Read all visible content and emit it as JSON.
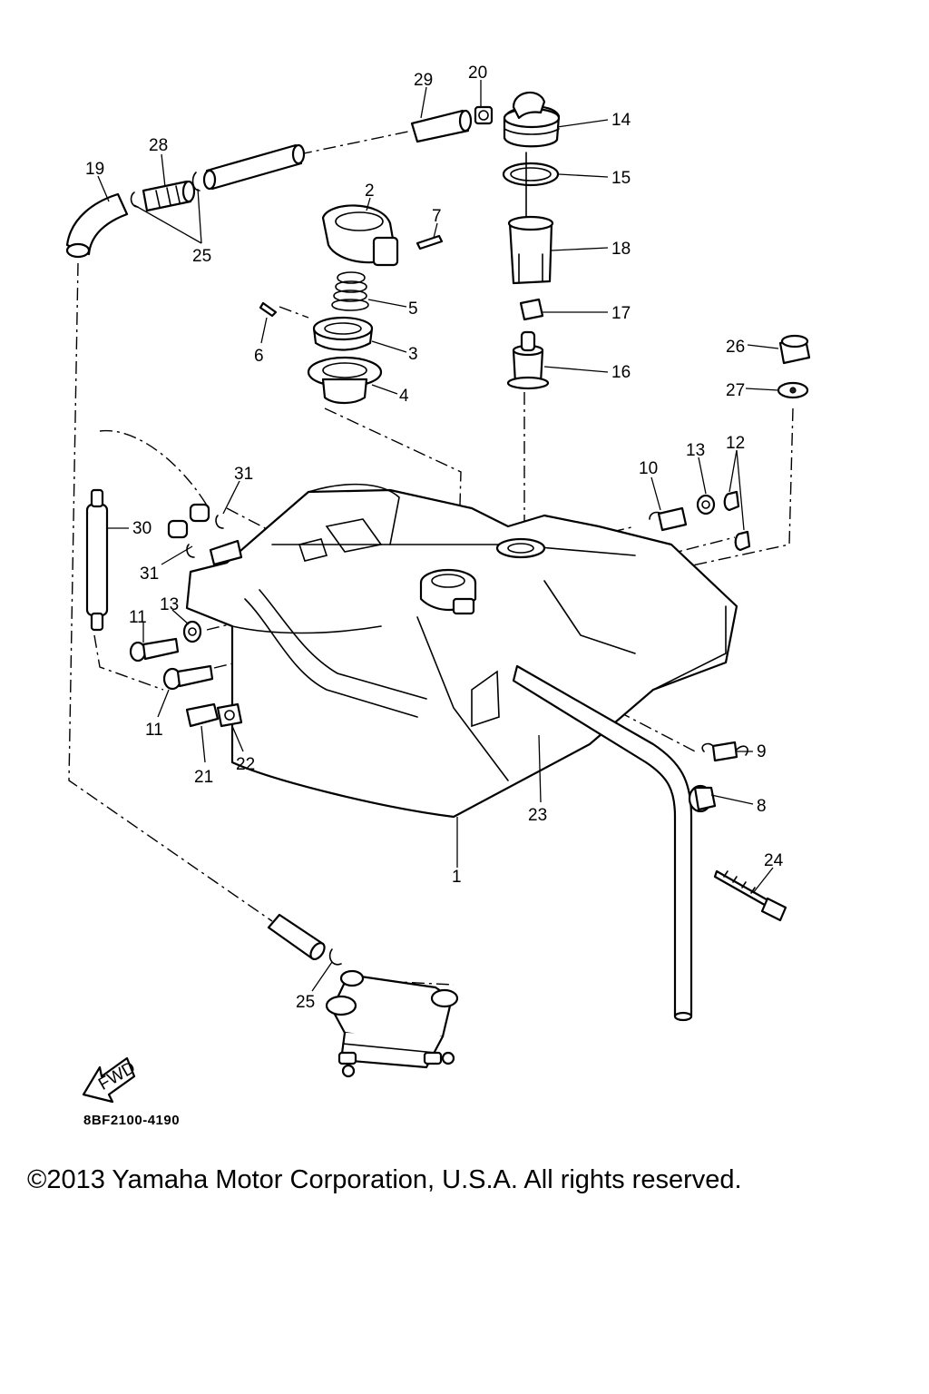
{
  "callouts": {
    "c1": "1",
    "c2": "2",
    "c3": "3",
    "c4": "4",
    "c5": "5",
    "c6": "6",
    "c7": "7",
    "c8": "8",
    "c9": "9",
    "c10": "10",
    "c11a": "11",
    "c11b": "11",
    "c12": "12",
    "c13a": "13",
    "c13b": "13",
    "c14": "14",
    "c15": "15",
    "c16": "16",
    "c17": "17",
    "c18": "18",
    "c19": "19",
    "c20": "20",
    "c21": "21",
    "c22": "22",
    "c23": "23",
    "c24": "24",
    "c25a": "25",
    "c25b": "25",
    "c26": "26",
    "c27": "27",
    "c28": "28",
    "c29": "29",
    "c30": "30",
    "c31a": "31",
    "c31b": "31"
  },
  "fwd_label": "FWD",
  "drawing_code": "8BF2100-4190",
  "copyright": "©2013 Yamaha Motor Corporation, U.S.A. All rights reserved."
}
